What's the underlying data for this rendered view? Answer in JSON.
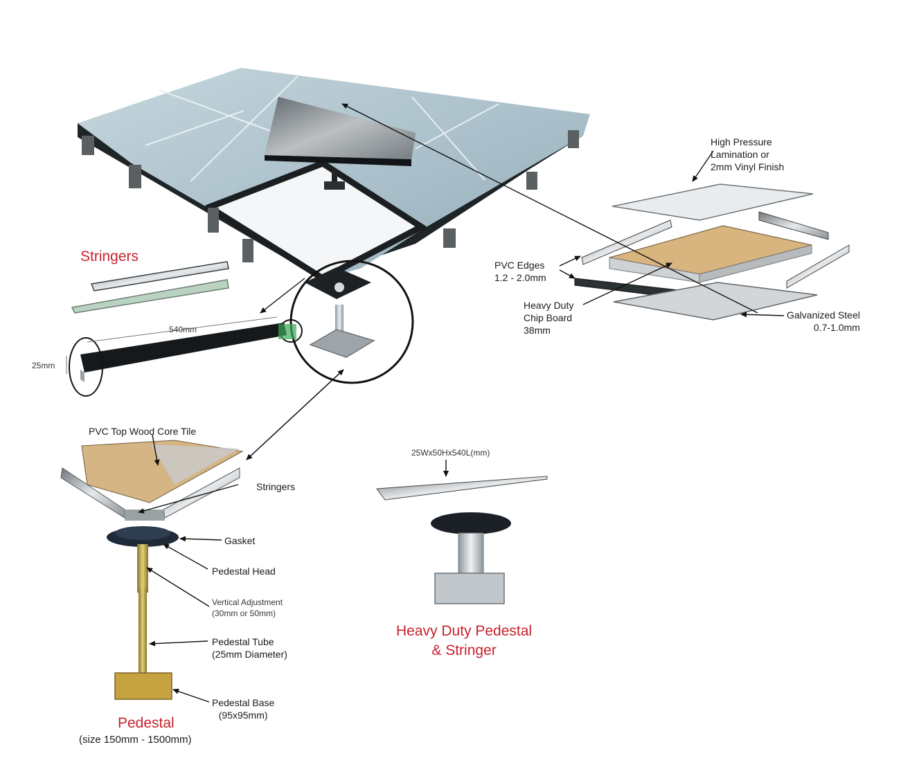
{
  "colors": {
    "accent_red": "#c8202c",
    "tile_panel": "#a9bfc9",
    "frame_dark": "#1e2326",
    "steel": "#b7bcc0",
    "wood_core": "#d8b47e"
  },
  "labels": {
    "stringers_title": "Stringers",
    "dim_540": "540mm",
    "dim_25": "25mm",
    "hpl_finish": "High Pressure\nLamination or\n2mm Vinyl Finish",
    "pvc_edges": "PVC Edges\n1.2 - 2.0mm",
    "chip_board": "Heavy Duty\nChip Board\n38mm",
    "galvanized": "Galvanized Steel\n0.7-1.0mm",
    "pvc_top_tile": "PVC Top Wood Core Tile",
    "stringers_part": "Stringers",
    "gasket": "Gasket",
    "pedestal_head": "Pedestal Head",
    "vertical_adj": "Vertical Adjustment\n(30mm or 50mm)",
    "pedestal_tube": "Pedestal Tube\n(25mm Diameter)",
    "pedestal_base": "Pedestal Base\n(95x95mm)",
    "pedestal_title": "Pedestal",
    "pedestal_size": "(size 150mm - 1500mm)",
    "hd_dims": "25Wx50Hx540L(mm)",
    "hd_title": "Heavy Duty Pedestal\n& Stringer"
  }
}
